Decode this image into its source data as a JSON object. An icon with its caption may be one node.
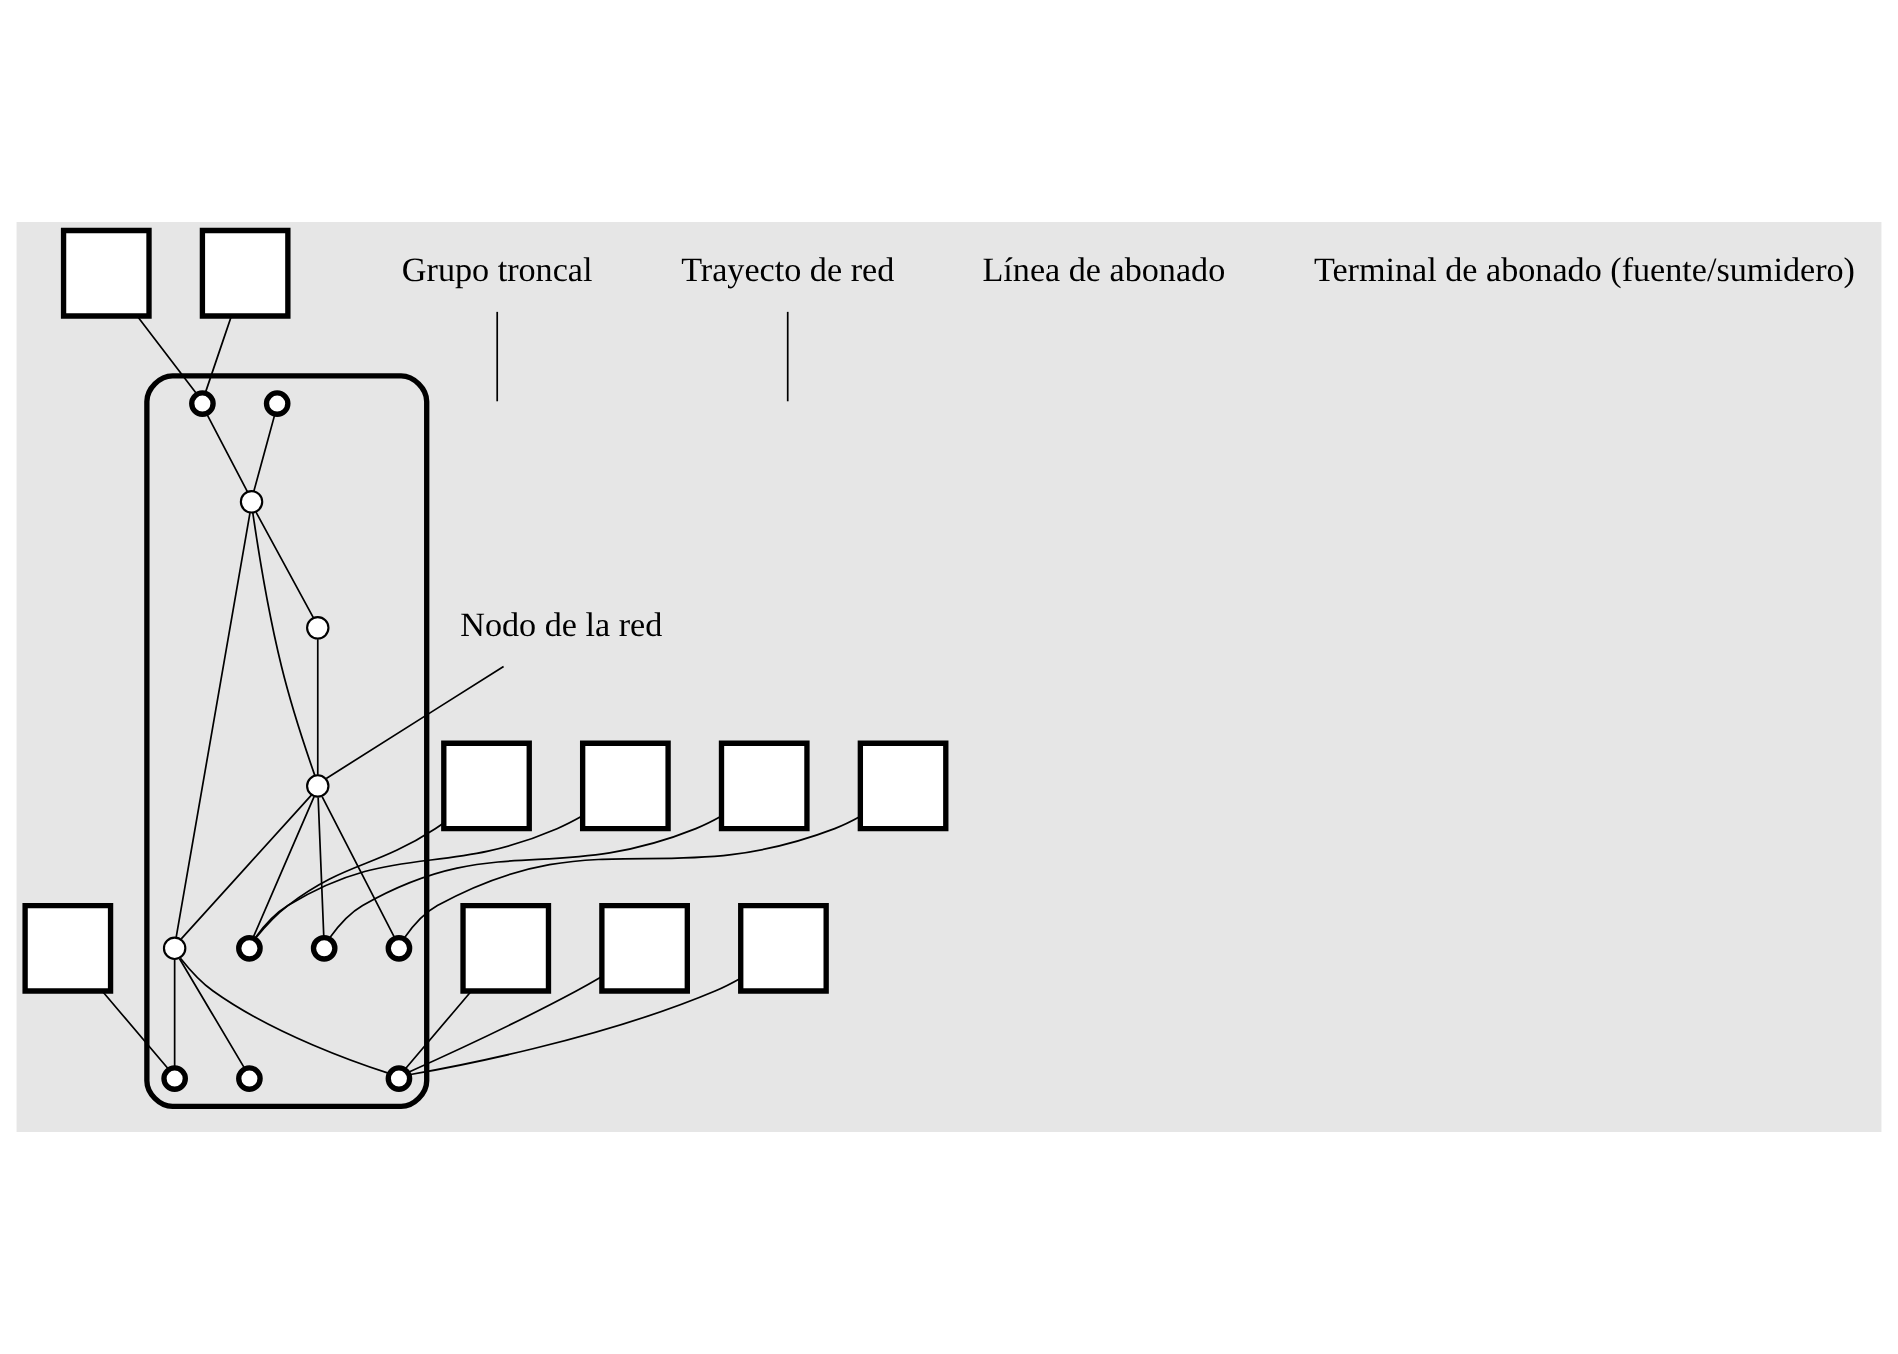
{
  "diagram": {
    "nodes": [
      {
        "text": [],
        "shape": "cloud"
      },
      {
        "text": [],
        "shape": "box"
      },
      {
        "text": [],
        "shape": "box"
      },
      {
        "text": [],
        "shape": "box"
      },
      {
        "text": [],
        "shape": "box"
      },
      {
        "text": [],
        "shape": "box"
      },
      {
        "text": [],
        "shape": "box"
      },
      {
        "text": [],
        "shape": "box"
      },
      {
        "text": [],
        "shape": "box"
      },
      {
        "text": [],
        "shape": "box"
      },
      {
        "text": [],
        "shape": "box"
      },
      {
        "text": [],
        "shape": "circle",
        "in": 0
      },
      {
        "text": [],
        "shape": "circle",
        "in": 0
      },
      {
        "text": [],
        "shape": "circle",
        "in": 0
      },
      {
        "text": [],
        "shape": "circle",
        "in": 0
      },
      {
        "text": [],
        "shape": "circle",
        "in": 0
      },
      {
        "text": [],
        "shape": "circle",
        "in": 0
      },
      {
        "text": [],
        "shape": "circle",
        "in": 0
      },
      {
        "text": [],
        "shape": "circle",
        "in": 0
      },
      {
        "text": [],
        "shape": "circle",
        "in": 0
      },
      {
        "text": [],
        "shape": "circle",
        "in": 0
      },
      {
        "text": [],
        "shape": "circle",
        "in": 0
      },
      {
        "text": [],
        "shape": "circle",
        "in": 0
      },
      {
        "text": [
          "Nodo de la red"
        ]
      },
      {
        "text": [
          "Grupo troncal"
        ]
      },
      {
        "text": [
          "Trayecto de red"
        ]
      }
    ],
    "edges": [
      {
        "from": 1,
        "to": 11,
        "arrow": "none"
      },
      {
        "from": 2,
        "to": 11,
        "arrow": "none"
      },
      {
        "from": 3,
        "to": 12,
        "arrow": "none"
      },
      {
        "from": 4,
        "to": 16,
        "arrow": "none"
      },
      {
        "from": 6,
        "to": 16,
        "arrow": "none"
      },
      {
        "from": 5,
        "to": 13,
        "arrow": "none"
      },
      {
        "from": 7,
        "to": 19,
        "arrow": "none"
      },
      {
        "from": 8,
        "to": 21,
        "arrow": "none"
      },
      {
        "from": 9,
        "to": 21,
        "arrow": "none"
      },
      {
        "from": 10,
        "to": 21,
        "arrow": "none"
      },
      {
        "from": 15,
        "to": 17,
        "arrow": "none"
      },
      {
        "from": 16,
        "to": 17,
        "arrow": "none"
      },
      {
        "from": 17,
        "to": 18,
        "arrow": "none"
      },
      {
        "from": 17,
        "to": 14,
        "arrow": "none"
      },
      {
        "from": 17,
        "to": 20,
        "arrow": "none"
      },
      {
        "from": 18,
        "to": 14,
        "arrow": "none"
      },
      {
        "from": 14,
        "to": 11,
        "arrow": "none"
      },
      {
        "from": 14,
        "to": 12,
        "arrow": "none"
      },
      {
        "from": 14,
        "to": 13,
        "arrow": "none"
      },
      {
        "from": 14,
        "to": 20,
        "arrow": "none"
      },
      {
        "from": 20,
        "to": 19,
        "arrow": "none"
      },
      {
        "from": 20,
        "to": 21,
        "arrow": "none"
      },
      {
        "from": 20,
        "to": 22,
        "arrow": "none"
      },
      {
        "from": 23,
        "to": 14,
        "arrow": "none"
      },
      {
        "from": 24,
        "to": null,
        "arrow": "none"
      },
      {
        "from": 25,
        "to": null,
        "arrow": "none"
      }
    ],
    "labels": [
      "Línea de abonado",
      "Terminal de abonado (fuente/sumidero)"
    ]
  }
}
